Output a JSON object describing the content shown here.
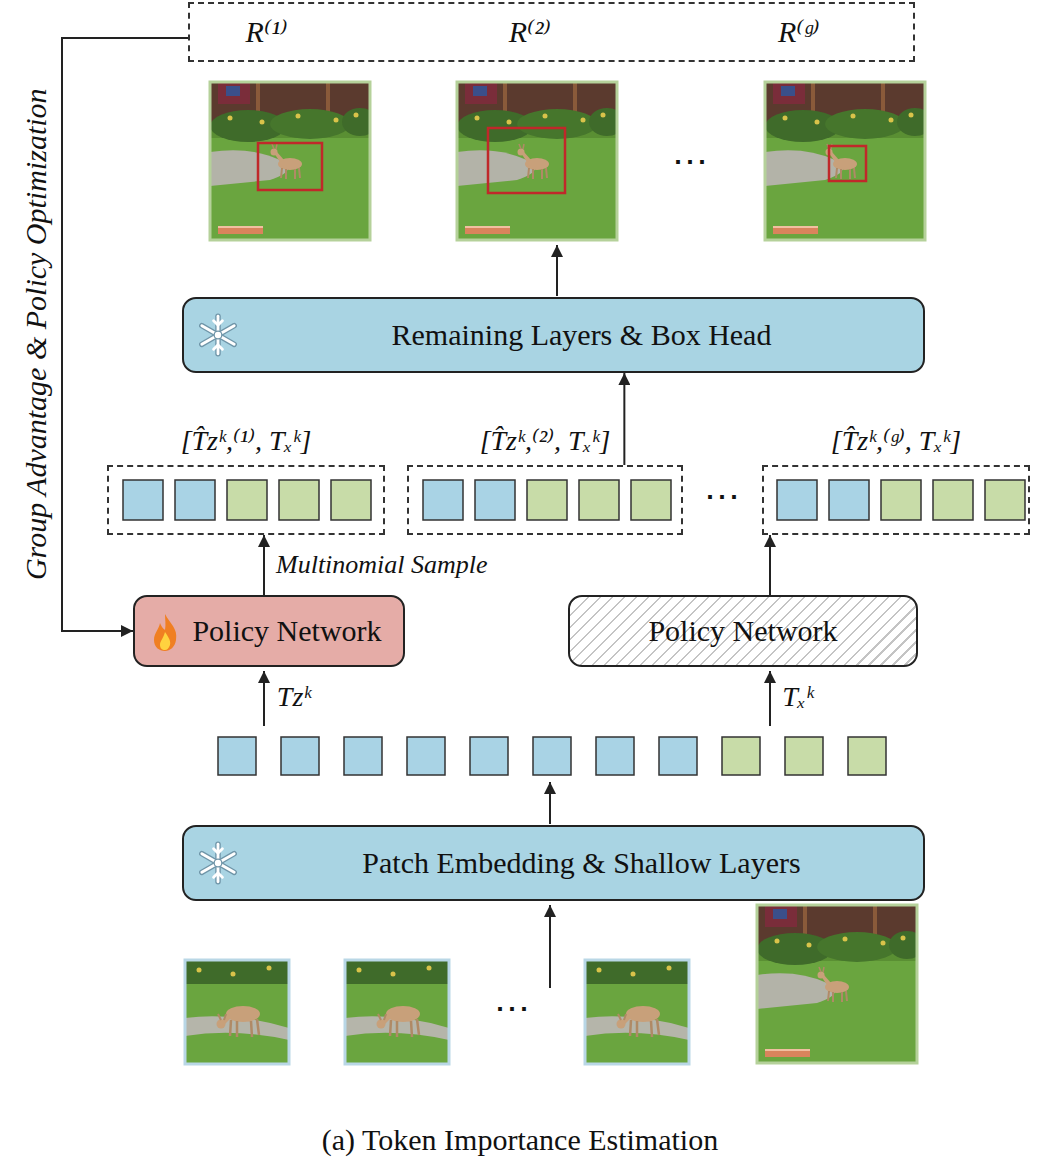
{
  "diagram": {
    "caption": "(a) Token Importance Estimation",
    "nodes": [
      {
        "text": [
          "R⁽¹⁾",
          "R⁽²⁾",
          "R⁽ᵍ⁾"
        ]
      },
      {
        "text": [
          "Remaining Layers & Box Head"
        ]
      },
      {
        "text": [
          "[T̂zᵏ,⁽¹⁾, Tₓᵏ]"
        ]
      },
      {
        "text": [
          "[T̂zᵏ,⁽²⁾, Tₓᵏ]"
        ]
      },
      {
        "text": [
          "[T̂zᵏ,⁽ᵍ⁾, Tₓᵏ]"
        ]
      },
      {
        "text": [
          "Policy Network"
        ]
      },
      {
        "text": [
          "Policy Network"
        ]
      },
      {
        "text": [
          "Patch Embedding & Shallow Layers"
        ]
      }
    ],
    "edges": [
      {
        "from": 0,
        "to": 5,
        "arrow": "to",
        "label": "Group Advantage & Policy Optimization"
      },
      {
        "from": 5,
        "to": 2,
        "arrow": "to",
        "label": "Multinomial Sample"
      },
      {
        "from": 6,
        "to": 4,
        "arrow": "to"
      },
      {
        "from": 3,
        "to": 1,
        "arrow": "to"
      }
    ],
    "labels": [
      "⋯",
      "⋯",
      "Tzᵏ",
      "Tₓᵏ",
      "⋯"
    ]
  }
}
